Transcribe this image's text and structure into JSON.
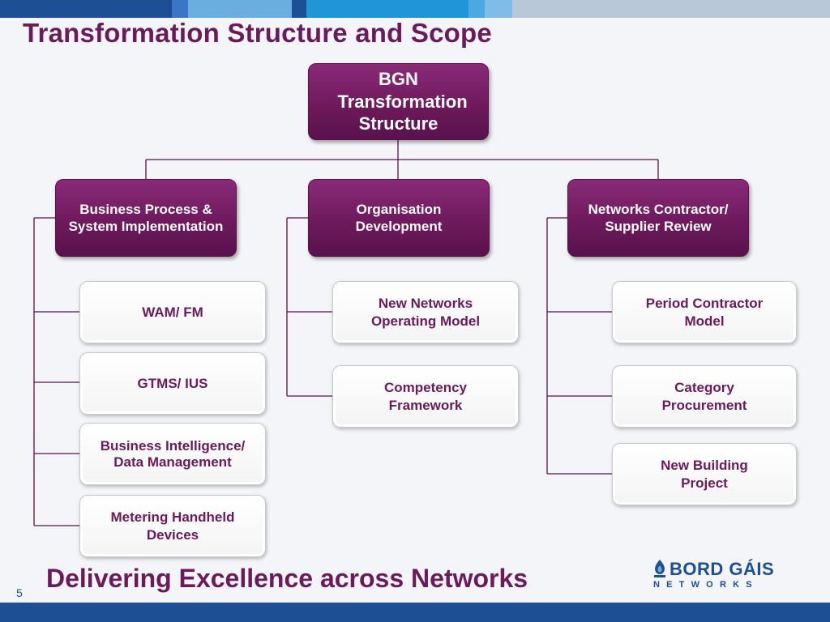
{
  "title": "Transformation Structure and Scope",
  "root": {
    "label": "BGN Transformation Structure"
  },
  "branches": [
    {
      "label": "Business Process & System Implementation",
      "children": [
        "WAM/ FM",
        "GTMS/ IUS",
        "Business Intelligence/ Data Management",
        "Metering Handheld Devices"
      ]
    },
    {
      "label": "Organisation Development",
      "children": [
        "New Networks Operating Model",
        "Competency Framework"
      ]
    },
    {
      "label": "Networks Contractor/ Supplier Review",
      "children": [
        "Period Contractor Model",
        "Category Procurement",
        "New Building Project"
      ]
    }
  ],
  "footer": {
    "slogan": "Delivering Excellence across Networks",
    "page_number": "5"
  },
  "logo": {
    "name": "BORD GÁIS",
    "subtitle": "NETWORKS"
  },
  "colors": {
    "primary_purple": "#6b1a5b",
    "brand_blue": "#1d4f95",
    "connector": "#5a114b",
    "background": "#f3f5f8"
  }
}
